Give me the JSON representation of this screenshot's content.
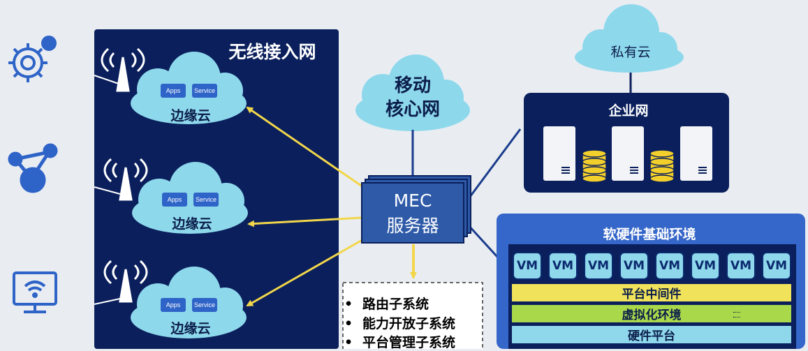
{
  "ran_panel": {
    "title": "无线接入网"
  },
  "edge_clouds": [
    {
      "label": "边缘云",
      "apps": "Apps",
      "service": "Service"
    },
    {
      "label": "边缘云",
      "apps": "Apps",
      "service": "Service"
    },
    {
      "label": "边缘云",
      "apps": "Apps",
      "service": "Service"
    }
  ],
  "core_cloud": {
    "line1": "移动",
    "line2": "核心网"
  },
  "private_cloud": {
    "label": "私有云"
  },
  "enterprise": {
    "title": "企业网"
  },
  "mec": {
    "line1": "MEC",
    "line2": "服务器"
  },
  "subsystems": [
    "路由子系统",
    "能力开放子系统",
    "平台管理子系统"
  ],
  "infra": {
    "title": "软硬件基础环境",
    "vms": [
      "VM",
      "VM",
      "VM",
      "VM",
      "VM",
      "VM",
      "VM",
      "VM"
    ],
    "layers": [
      "平台中间件",
      "虚拟化环境",
      "硬件平台"
    ]
  },
  "colors": {
    "navy": "#0a1f5c",
    "cloud": "#8ed8ec",
    "arrow": "#f2d64a",
    "mec_box": "#2e5aa8",
    "infra_panel": "#3566c9",
    "layer_yellow": "#f0e25a",
    "layer_green": "#a9d84a",
    "layer_cyan": "#8fd8ec",
    "icon_blue": "#2e63c7"
  },
  "icons": [
    "gears-icon",
    "share-icon",
    "monitor-wifi-icon",
    "antenna-icon",
    "server-icon",
    "database-icon"
  ]
}
